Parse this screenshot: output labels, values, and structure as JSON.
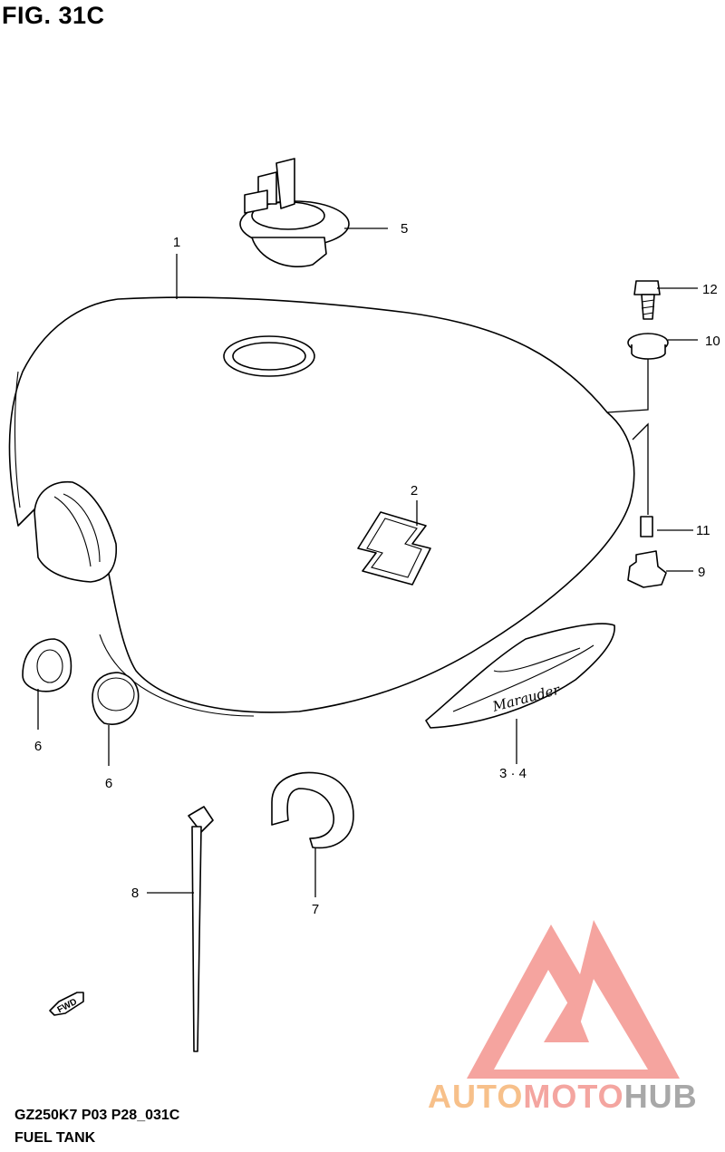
{
  "figure": {
    "title": "FIG. 31C"
  },
  "footer": {
    "code": "GZ250K7 P03 P28_031C",
    "name": "FUEL TANK"
  },
  "callouts": [
    "1",
    "2",
    "3 · 4",
    "5",
    "6",
    "6",
    "7",
    "8",
    "9",
    "10",
    "11",
    "12"
  ],
  "fwd_label": "FWD",
  "watermark": {
    "word_auto": "AUTO",
    "word_moto": "MOTO",
    "word_hub": "HUB",
    "colors": {
      "triangle": "#f4958f",
      "auto": "#f7c08a",
      "moto": "#f4a5a0",
      "hub": "#a8a8a8"
    }
  }
}
